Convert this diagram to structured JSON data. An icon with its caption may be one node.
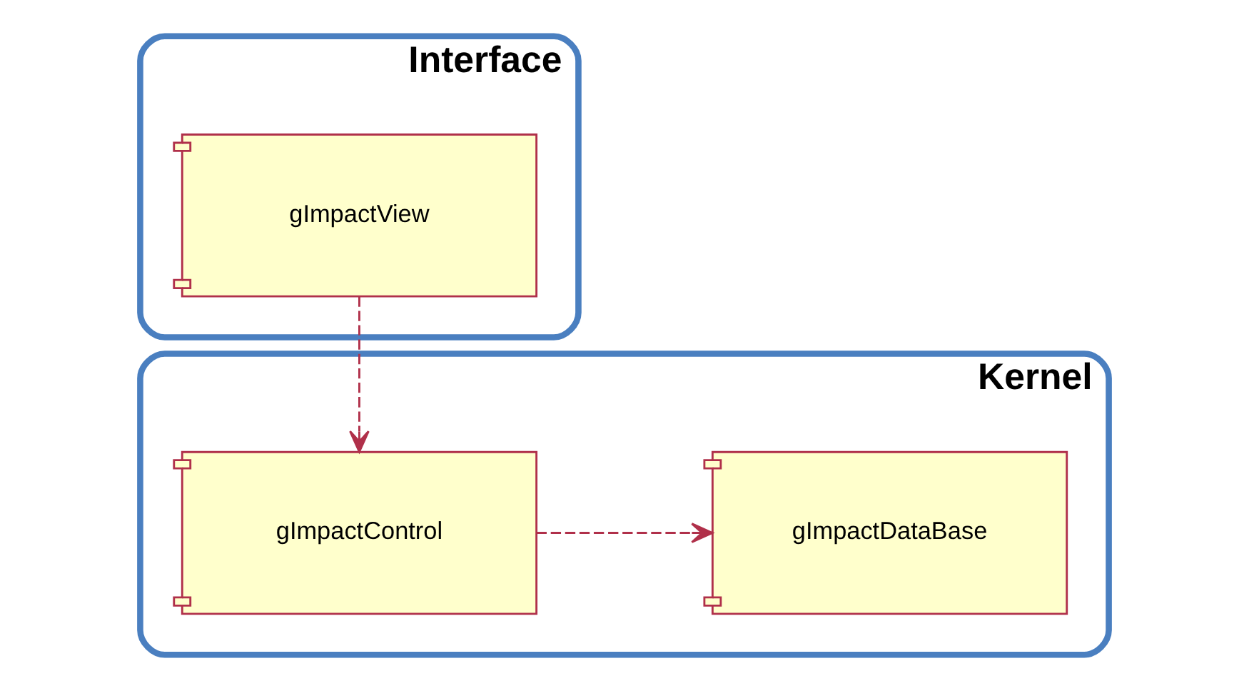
{
  "diagram": {
    "nodes": [
      {
        "text": [
          "Interface"
        ]
      },
      {
        "text": [
          "gImpactView"
        ],
        "in": 0
      },
      {
        "text": [
          "Kernel"
        ]
      },
      {
        "text": [
          "gImpactControl"
        ],
        "in": 2
      },
      {
        "text": [
          "gImpactDataBase"
        ],
        "in": 2
      }
    ],
    "edges": [
      {
        "from": 1,
        "to": 3,
        "arrow": "to",
        "style": "dashed"
      },
      {
        "from": 3,
        "to": 4,
        "arrow": "to",
        "style": "dashed"
      }
    ]
  }
}
